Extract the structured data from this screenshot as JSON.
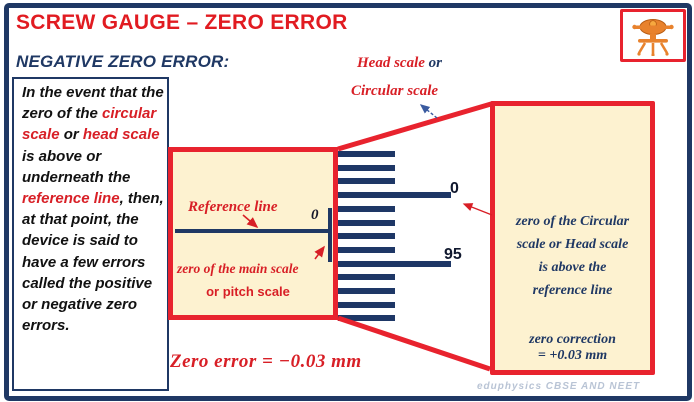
{
  "header": {
    "title": "SCREW GAUGE – ZERO ERROR",
    "subtitle": "NEGATIVE ZERO ERROR:"
  },
  "colors": {
    "accent_red": "#e8232e",
    "text_red": "#d81f26",
    "navy": "#1f3864",
    "cream_fill": "#fdf2d0",
    "watermark_gray": "#b9c4d5",
    "logo_orange": "#e8822d"
  },
  "left_panel": {
    "segments": [
      {
        "text": "In the event that the zero of the "
      },
      {
        "text": "circular scale"
      },
      {
        "text": " or "
      },
      {
        "text": "head scale"
      },
      {
        "text": " is above or underneath the "
      },
      {
        "text": "reference line"
      },
      {
        "text": ", then, at that point, the device is said to have a few errors called the positive or negative zero errors."
      }
    ]
  },
  "diagram": {
    "head_scale_label_red": "Head scale ",
    "head_scale_label_blue": "or",
    "circular_scale_label": "Circular scale",
    "reference_line_label": "Reference line",
    "main_scale_zero_label": "0",
    "main_scale_caption_line1": "zero of the main scale",
    "main_scale_caption_line2": "or pitch scale",
    "circular_scale": {
      "stripe_count": 13,
      "stripe_spacing_px": 13.7,
      "long_indexes": [
        3,
        8
      ],
      "labels": [
        {
          "index": 3,
          "text": "0"
        },
        {
          "index": 8,
          "text": "95"
        }
      ]
    }
  },
  "right_panel": {
    "lines": [
      "zero of the Circular",
      "scale or Head scale",
      "is above the",
      "reference line"
    ],
    "correction_lines": [
      "zero correction",
      "= +0.03 mm"
    ]
  },
  "footer": {
    "zero_error_label": "Zero error =  −0.03 mm",
    "watermark": "eduphysics CBSE AND NEET"
  }
}
